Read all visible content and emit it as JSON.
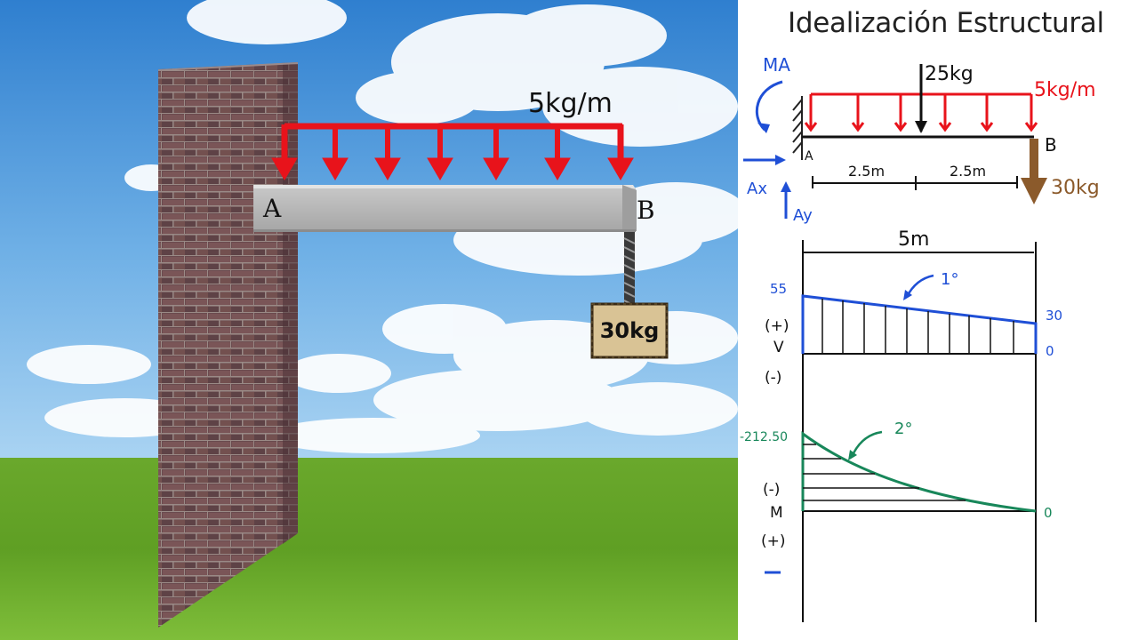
{
  "scene": {
    "load_label": "5kg/m",
    "point_a": "A",
    "point_b": "B",
    "weight_label": "30kg"
  },
  "idealization": {
    "title": "Idealización Estructural",
    "moment_label": "MA",
    "point_load": "25kg",
    "dist_load": "5kg/m",
    "support_label": "A",
    "end_label": "B",
    "seg1": "2.5m",
    "seg2": "2.5m",
    "end_load": "30kg",
    "rx_label": "Ax",
    "ry_label": "Ay",
    "length_label": "5m",
    "colors": {
      "red": "#e8131b",
      "blue": "#1f4fd6",
      "green": "#18875a",
      "brown": "#8b5a2b"
    }
  },
  "shear": {
    "value_a": "55",
    "value_b": "30",
    "zero": "0",
    "degree_note": "1°",
    "sign_pos": "(+)",
    "axis_label": "V",
    "sign_neg": "(-)"
  },
  "moment": {
    "value_a": "-212.50",
    "zero": "0",
    "degree_note": "2°",
    "sign_neg": "(-)",
    "axis_label": "M",
    "sign_pos": "(+)"
  }
}
